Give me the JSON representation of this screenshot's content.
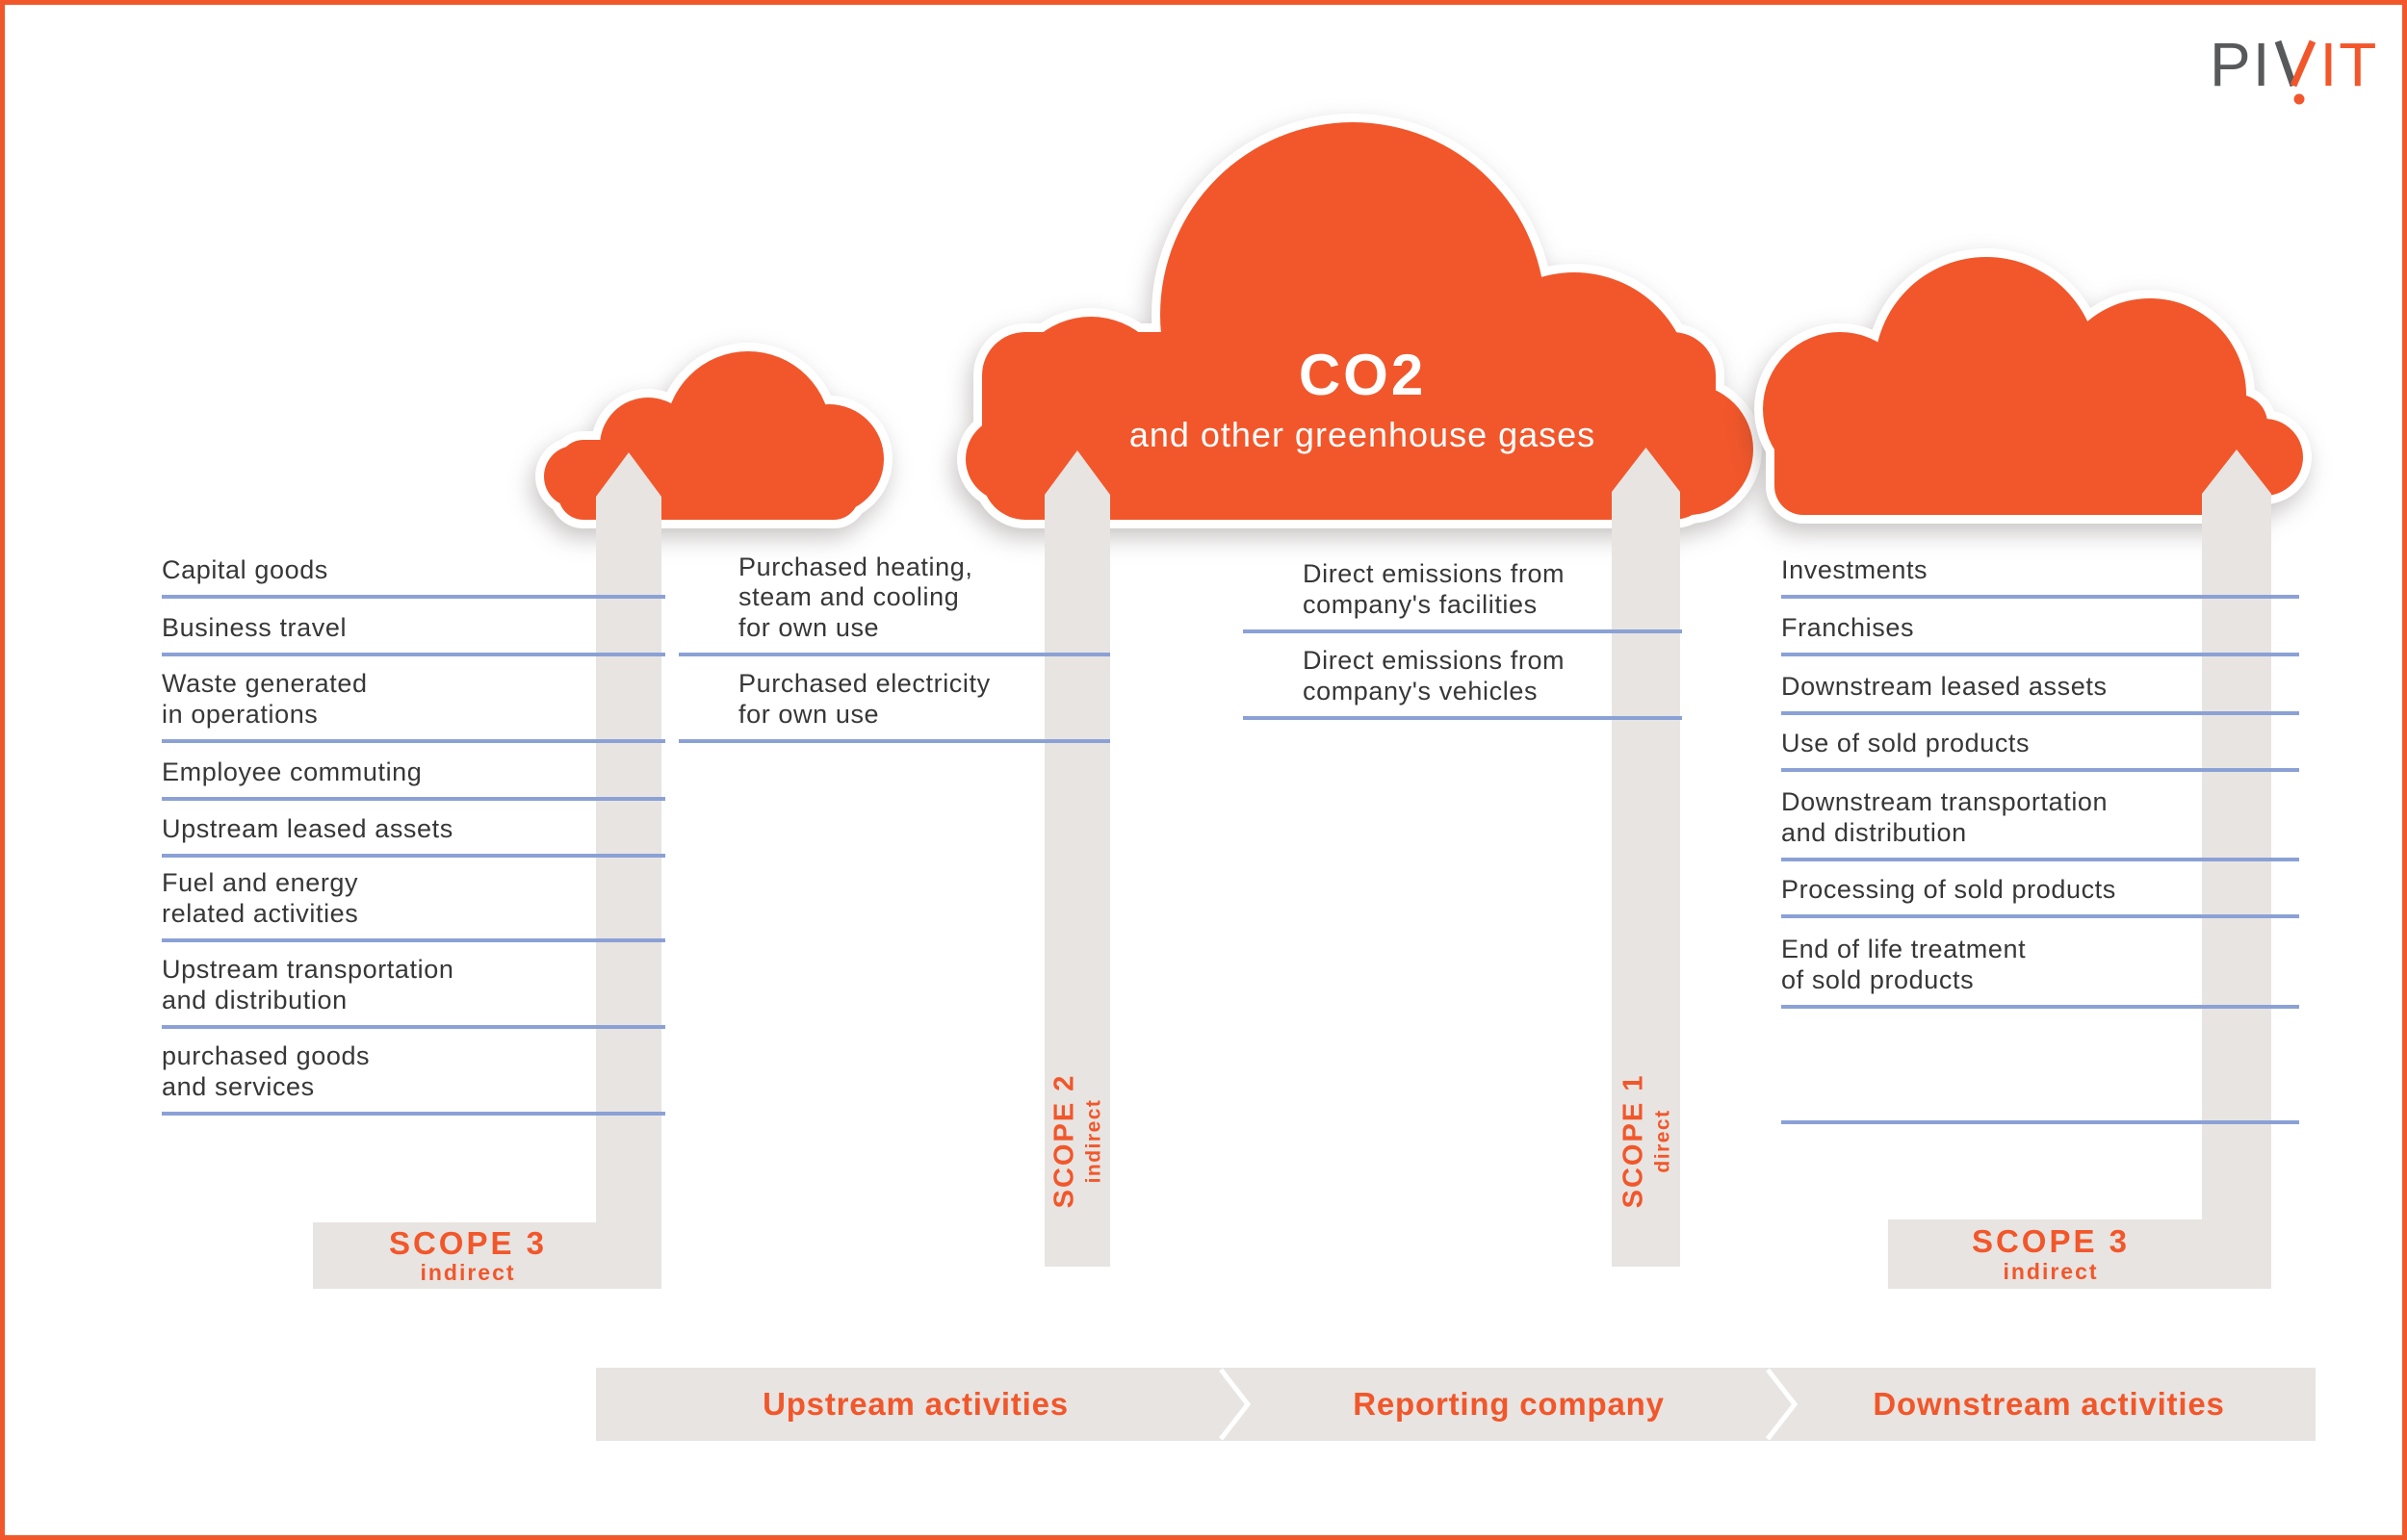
{
  "logo": {
    "part1": "PI",
    "part2": "IT"
  },
  "cloud": {
    "title": "CO2",
    "subtitle": "and other greenhouse gases"
  },
  "scope3_upstream": {
    "title": "SCOPE 3",
    "subtitle": "indirect",
    "items": [
      "Capital goods",
      "Business travel",
      "Waste generated\nin operations",
      "Employee commuting",
      "Upstream leased assets",
      "Fuel and energy\nrelated activities",
      "Upstream transportation\nand distribution",
      "purchased goods\nand services"
    ]
  },
  "scope2": {
    "title": "SCOPE 2",
    "subtitle": "indirect",
    "items": [
      "Purchased heating,\nsteam and cooling\nfor own use",
      "Purchased electricity\nfor own use"
    ]
  },
  "scope1": {
    "title": "SCOPE 1",
    "subtitle": "direct",
    "items": [
      "Direct emissions from\ncompany's facilities",
      "Direct emissions from\ncompany's vehicles"
    ]
  },
  "scope3_downstream": {
    "title": "SCOPE 3",
    "subtitle": "indirect",
    "items": [
      "Investments",
      "Franchises",
      "Downstream leased assets",
      "Use of sold products",
      "Downstream transportation\nand distribution",
      "Processing of sold products",
      "End of life treatment\nof sold products",
      ""
    ]
  },
  "bottom_bar": {
    "upstream": "Upstream activities",
    "reporting": "Reporting company",
    "downstream": "Downstream activities"
  },
  "colors": {
    "orange": "#f1572b",
    "bar_gray": "#e8e4e1",
    "underline": "#8ba1d6",
    "ink": "#373737",
    "logo_gray": "#58595b"
  }
}
